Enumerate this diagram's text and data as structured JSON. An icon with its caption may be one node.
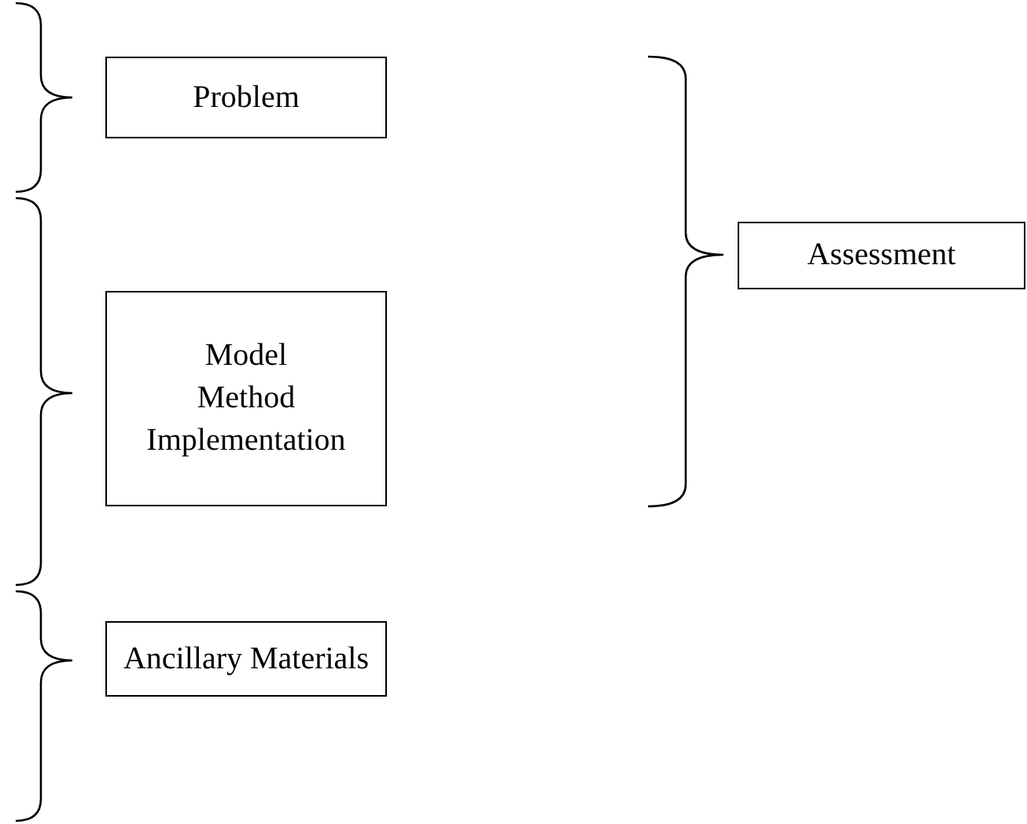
{
  "diagram": {
    "nodes": [
      {
        "text": [
          "Problem"
        ]
      },
      {
        "text": [
          "Model",
          "Method",
          "Implementation"
        ]
      },
      {
        "text": [
          "Ancillary Materials"
        ]
      },
      {
        "text": [
          "Assessment"
        ]
      }
    ],
    "edges": []
  }
}
